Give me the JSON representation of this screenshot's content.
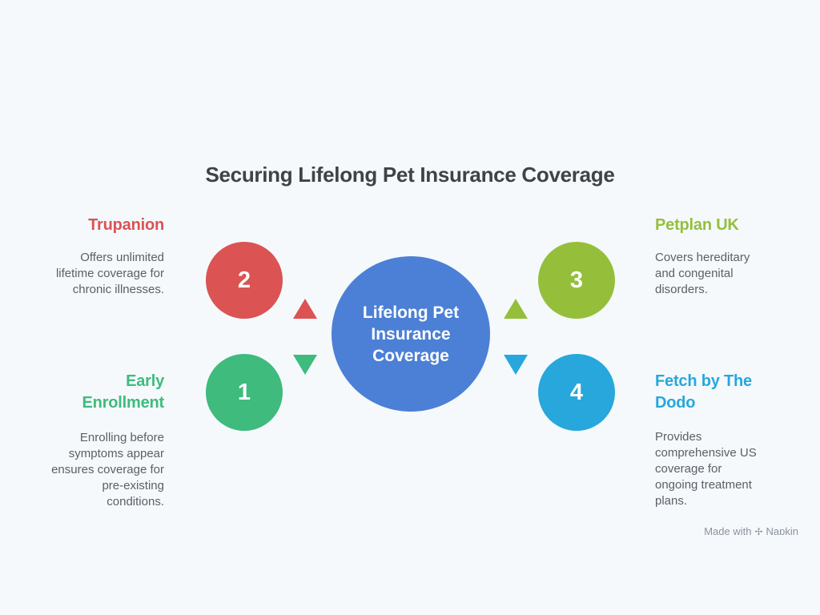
{
  "title": "Securing Lifelong Pet Insurance Coverage",
  "background_color": "#F5F9FC",
  "center": {
    "label": "Lifelong Pet\nInsurance\nCoverage",
    "color": "#4C80D6"
  },
  "nodes": {
    "early_enrollment": {
      "number": "1",
      "heading": "Early\nEnrollment",
      "description": "Enrolling before\nsymptoms appear\nensures coverage for\npre-existing\nconditions.",
      "color": "#3EBB7D",
      "position": "left-bottom"
    },
    "trupanion": {
      "number": "2",
      "heading": "Trupanion",
      "description": "Offers unlimited\nlifetime coverage for\nchronic illnesses.",
      "color": "#DB5353",
      "position": "left-top"
    },
    "petplan_uk": {
      "number": "3",
      "heading": "Petplan UK",
      "description": "Covers hereditary\nand congenital\ndisorders.",
      "color": "#95BF3B",
      "position": "right-top"
    },
    "fetch_by_the_dodo": {
      "number": "4",
      "heading": "Fetch by The\nDodo",
      "description": "Provides\ncomprehensive US\ncoverage for\nongoing treatment\nplans.",
      "color": "#27A7DC",
      "position": "right-bottom"
    }
  },
  "arrows": {
    "left_up": {
      "direction": "up",
      "color": "#DB5353"
    },
    "left_down": {
      "direction": "down",
      "color": "#3EBB7D"
    },
    "right_up": {
      "direction": "up",
      "color": "#95BF3B"
    },
    "right_down": {
      "direction": "down",
      "color": "#27A7DC"
    }
  },
  "watermark": {
    "prefix": "Made with",
    "icon": "pen-nib-icon",
    "brand": "Napkin"
  }
}
